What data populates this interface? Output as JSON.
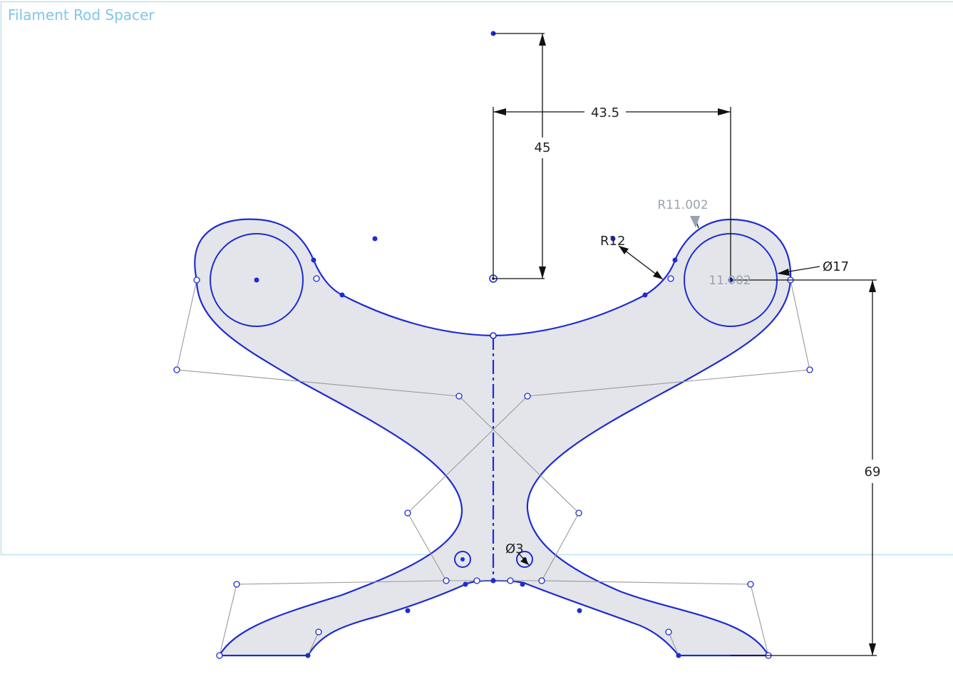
{
  "sketch": {
    "plane_title": "Filament Rod Spacer",
    "colors": {
      "plane_border": "#bfe0ee",
      "plane_title": "#7fc6e8",
      "sketch_line": "#1f2ccf",
      "fill": "#e3e5ea",
      "construction": "#9a9a9a",
      "dimension": "#111111",
      "dim_text": "#222222",
      "dim_text_light": "#9aa3ad"
    },
    "dimensions": {
      "vertical_top": "45",
      "horizontal_top": "43.5",
      "fillet_radius": "R12",
      "arc_radius": "R11.002",
      "arc_radius_secondary": "11.002",
      "hole_diameter": "Ø17",
      "right_height": "69",
      "small_hole_diameter": "Ø3"
    }
  }
}
